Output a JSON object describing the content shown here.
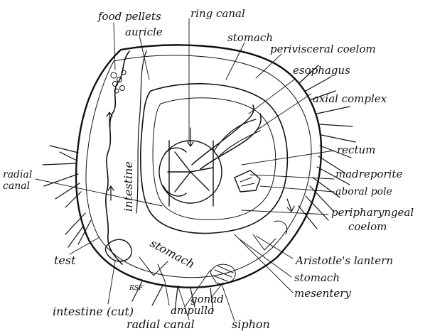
{
  "diagram": {
    "labels": {
      "food_pellets": "food pellets",
      "ring_canal": "ring canal",
      "auricle": "auricle",
      "stomach_top": "stomach",
      "perivisceral_coelom": "perivisceral coelom",
      "esophagus": "esophagus",
      "axial_complex": "axial complex",
      "rectum": "rectum",
      "radial_canal_left": "radial\ncanal",
      "madreporite": "madreporite",
      "aboral_pole": "aboral pole",
      "peripharyngeal_coelom": "peripharyngeal\ncoelom",
      "intestine_inner": "intestine",
      "stomach_inner": "stomach",
      "test": "test",
      "aristotles_lantern": "Aristotle's lantern",
      "stomach_right": "stomach",
      "mesentery": "mesentery",
      "rsf": "RSF",
      "gonad": "gonad",
      "intestine_cut": "intestine (cut)",
      "ampulla": "ampulla",
      "radial_canal_bottom": "radial canal",
      "siphon": "siphon"
    }
  }
}
